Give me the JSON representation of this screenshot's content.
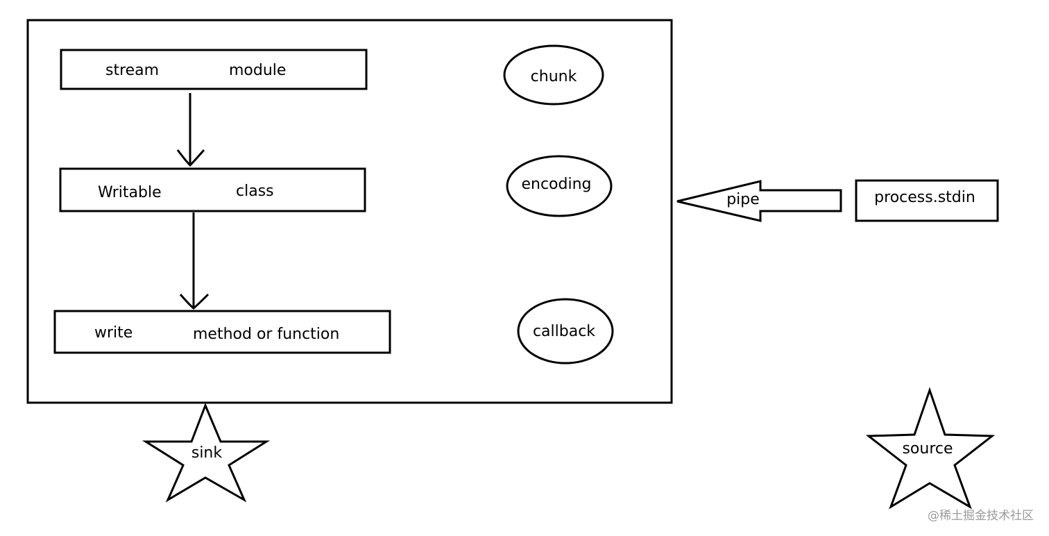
{
  "diagram": {
    "boxes": {
      "stream": {
        "left": "stream",
        "right": "module"
      },
      "writable": {
        "left": "Writable",
        "right": "class"
      },
      "write": {
        "left": "write",
        "right": "method or function"
      }
    },
    "ellipses": {
      "chunk": "chunk",
      "encoding": "encoding",
      "callback": "callback"
    },
    "pipe_arrow": "pipe",
    "source_box": "process.stdin",
    "stars": {
      "sink": "sink",
      "source": "source"
    }
  },
  "watermark": "@稀土掘金技术社区"
}
